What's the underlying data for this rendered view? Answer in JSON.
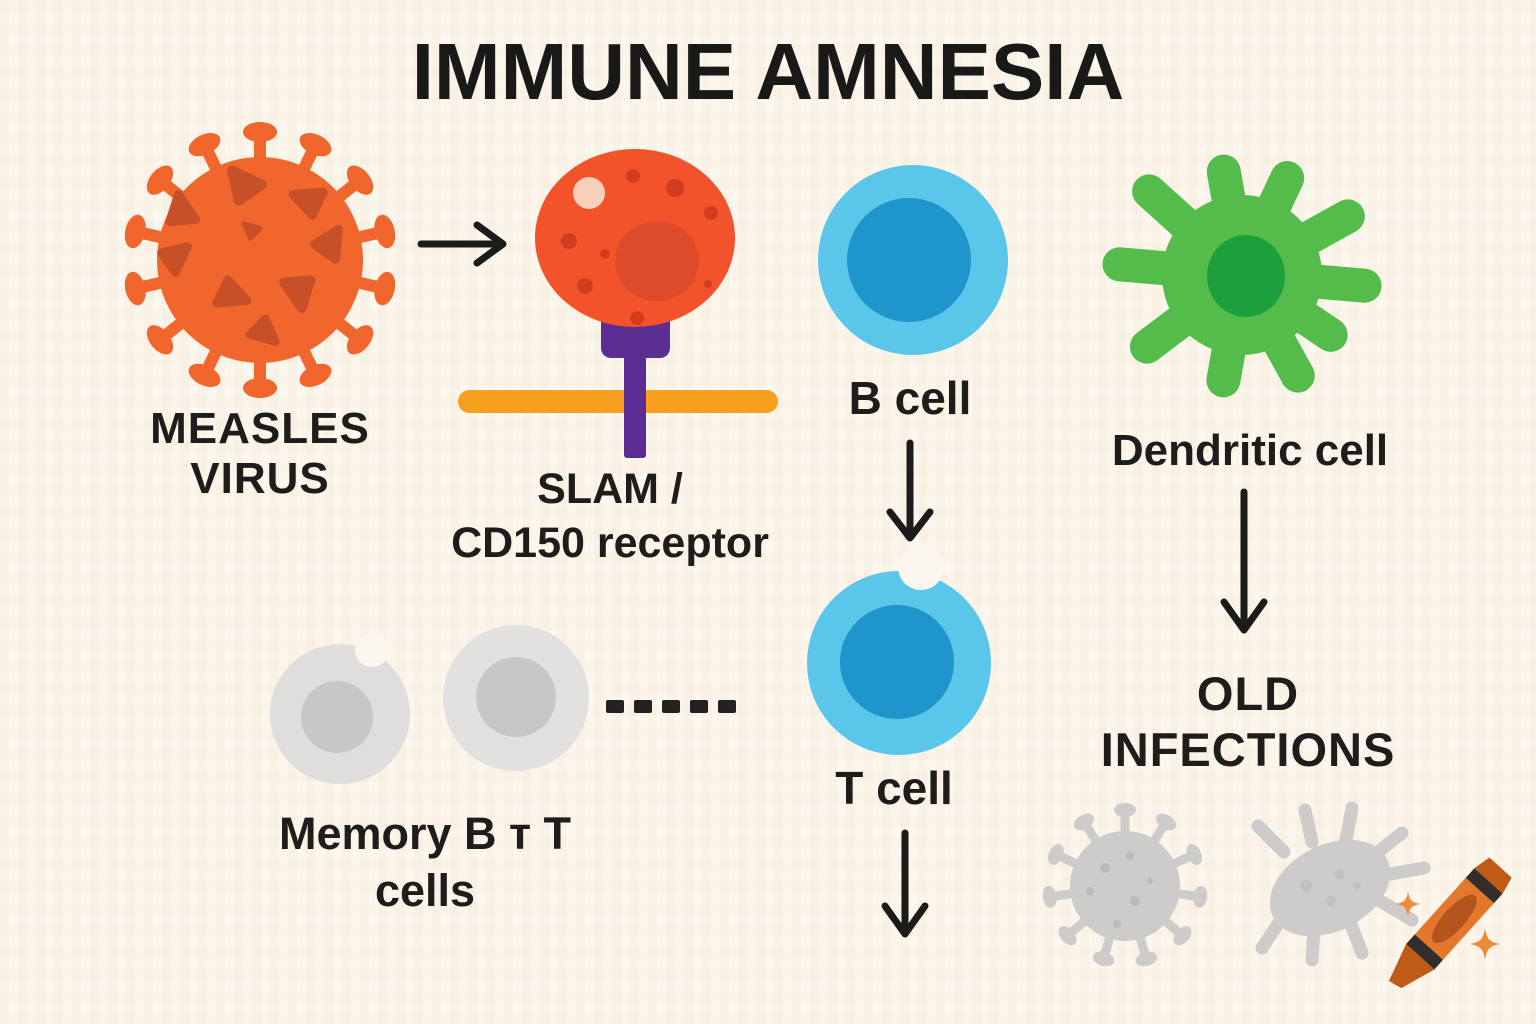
{
  "title": "IMMUNE AMNESIA",
  "labels": {
    "measles": {
      "line1": "MEASLES",
      "line2": "VIRUS"
    },
    "receptor": {
      "line1": "SLAM /",
      "line2": "CD150 receptor"
    },
    "b_cell": {
      "label": "B cell"
    },
    "t_cell": {
      "label": "T cell"
    },
    "dendritic": {
      "label": "Dendritic cell"
    },
    "memory": {
      "line1": "Memory B т T",
      "line2": "cells"
    },
    "old_infections": {
      "line1": "OLD",
      "line2": "INFECTIONS"
    }
  },
  "icons": {
    "measles_virus": "measles-virus-icon",
    "arrow_right": "arrow-right-icon",
    "infected_cell": "infected-cell-icon",
    "slam_receptor": "slam-receptor-icon",
    "cell_membrane": "cell-membrane-icon",
    "b_cell": "b-cell-icon",
    "t_cell": "t-cell-icon",
    "dendritic_cell": "dendritic-cell-icon",
    "memory_b_cell": "memory-b-cell-icon",
    "memory_t_cell": "memory-t-cell-icon",
    "dashed_line": "dashed-line-icon",
    "old_virus": "gray-virus-icon",
    "old_bacteria": "gray-bacteria-icon",
    "crayon": "crayon-icon",
    "sparkles": "sparkle-icon"
  },
  "colors": {
    "background": "#FCF7EE",
    "text": "#1E1D1B",
    "virus_orange": "#F0662C",
    "virus_spot": "#C75029",
    "infected_cell": "#F2532A",
    "infected_nucleus": "#DE4B2B",
    "receptor_purple": "#5D2E92",
    "membrane_orange": "#F7A01F",
    "cell_blue_light": "#5AC6EA",
    "cell_blue_dark": "#1E95CB",
    "dendritic_green": "#53BC4A",
    "dendritic_nucleus": "#1BA03C",
    "memory_gray": "#DFDEDC",
    "memory_nucleus": "#C8C7C5",
    "old_pathogen_gray": "#CDCCCA",
    "crayon_orange": "#E4772B",
    "crayon_dark": "#C05A17",
    "sparkle_orange": "#EE8A3A"
  }
}
